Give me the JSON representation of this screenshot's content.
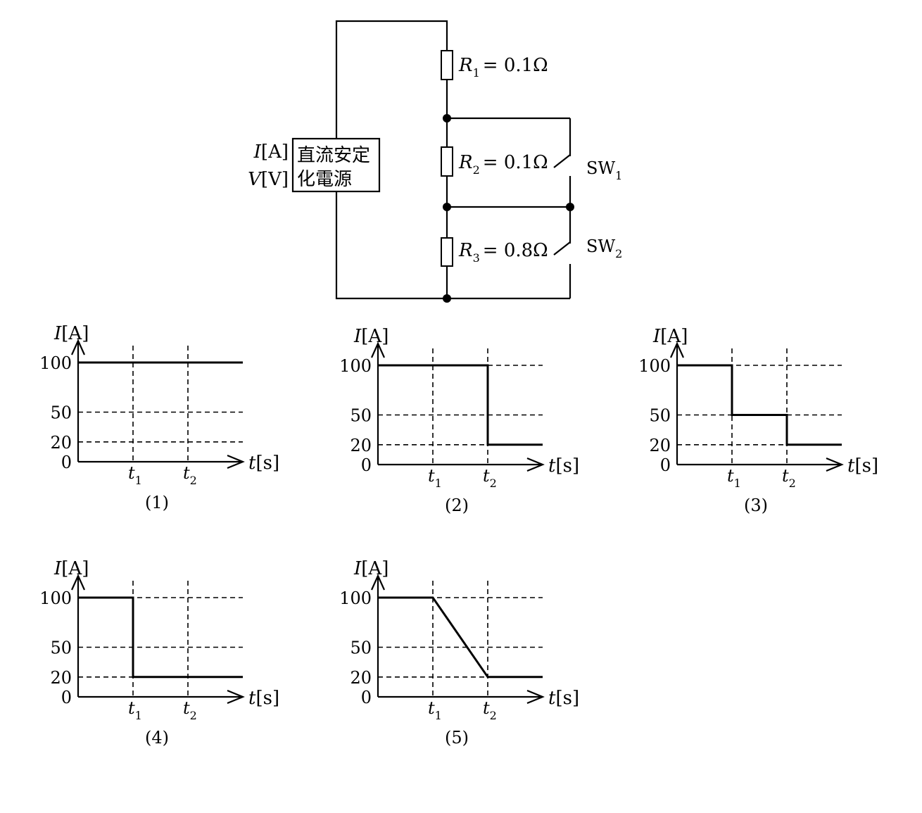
{
  "circuit": {
    "source_label_line1": "直流安定",
    "source_label_line2": "化電源",
    "current_symbol": "I",
    "current_unit": "[A]",
    "voltage_symbol": "V",
    "voltage_unit": "[V]",
    "resistors": [
      {
        "symbol": "R",
        "sub": "1",
        "value": "= 0.1Ω"
      },
      {
        "symbol": "R",
        "sub": "2",
        "value": "= 0.1Ω"
      },
      {
        "symbol": "R",
        "sub": "3",
        "value": "= 0.8Ω"
      }
    ],
    "switches": [
      {
        "name": "SW",
        "sub": "1"
      },
      {
        "name": "SW",
        "sub": "2"
      }
    ]
  },
  "graphs_common": {
    "y_symbol": "I",
    "y_unit": "[A]",
    "x_symbol": "t",
    "x_unit": "[s]",
    "y_ticks": [
      "100",
      "50",
      "20",
      "0"
    ],
    "t1_symbol": "t",
    "t1_sub": "1",
    "t2_symbol": "t",
    "t2_sub": "2"
  },
  "chart_data": [
    {
      "type": "line",
      "caption": "(1)",
      "x": [
        "0",
        "t1",
        "t2",
        "end"
      ],
      "points": [
        [
          0,
          100
        ],
        [
          3,
          100
        ]
      ],
      "y_ticks": [
        0,
        20,
        50,
        100
      ]
    },
    {
      "type": "line",
      "caption": "(2)",
      "points": [
        [
          0,
          100
        ],
        [
          2,
          100
        ],
        [
          2,
          20
        ],
        [
          3,
          20
        ]
      ],
      "y_ticks": [
        0,
        20,
        50,
        100
      ]
    },
    {
      "type": "line",
      "caption": "(3)",
      "points": [
        [
          0,
          100
        ],
        [
          1,
          100
        ],
        [
          1,
          50
        ],
        [
          2,
          50
        ],
        [
          2,
          20
        ],
        [
          3,
          20
        ]
      ],
      "y_ticks": [
        0,
        20,
        50,
        100
      ]
    },
    {
      "type": "line",
      "caption": "(4)",
      "points": [
        [
          0,
          100
        ],
        [
          1,
          100
        ],
        [
          1,
          20
        ],
        [
          3,
          20
        ]
      ],
      "y_ticks": [
        0,
        20,
        50,
        100
      ]
    },
    {
      "type": "line",
      "caption": "(5)",
      "points": [
        [
          0,
          100
        ],
        [
          1,
          100
        ],
        [
          2,
          20
        ],
        [
          3,
          20
        ]
      ],
      "y_ticks": [
        0,
        20,
        50,
        100
      ]
    }
  ]
}
